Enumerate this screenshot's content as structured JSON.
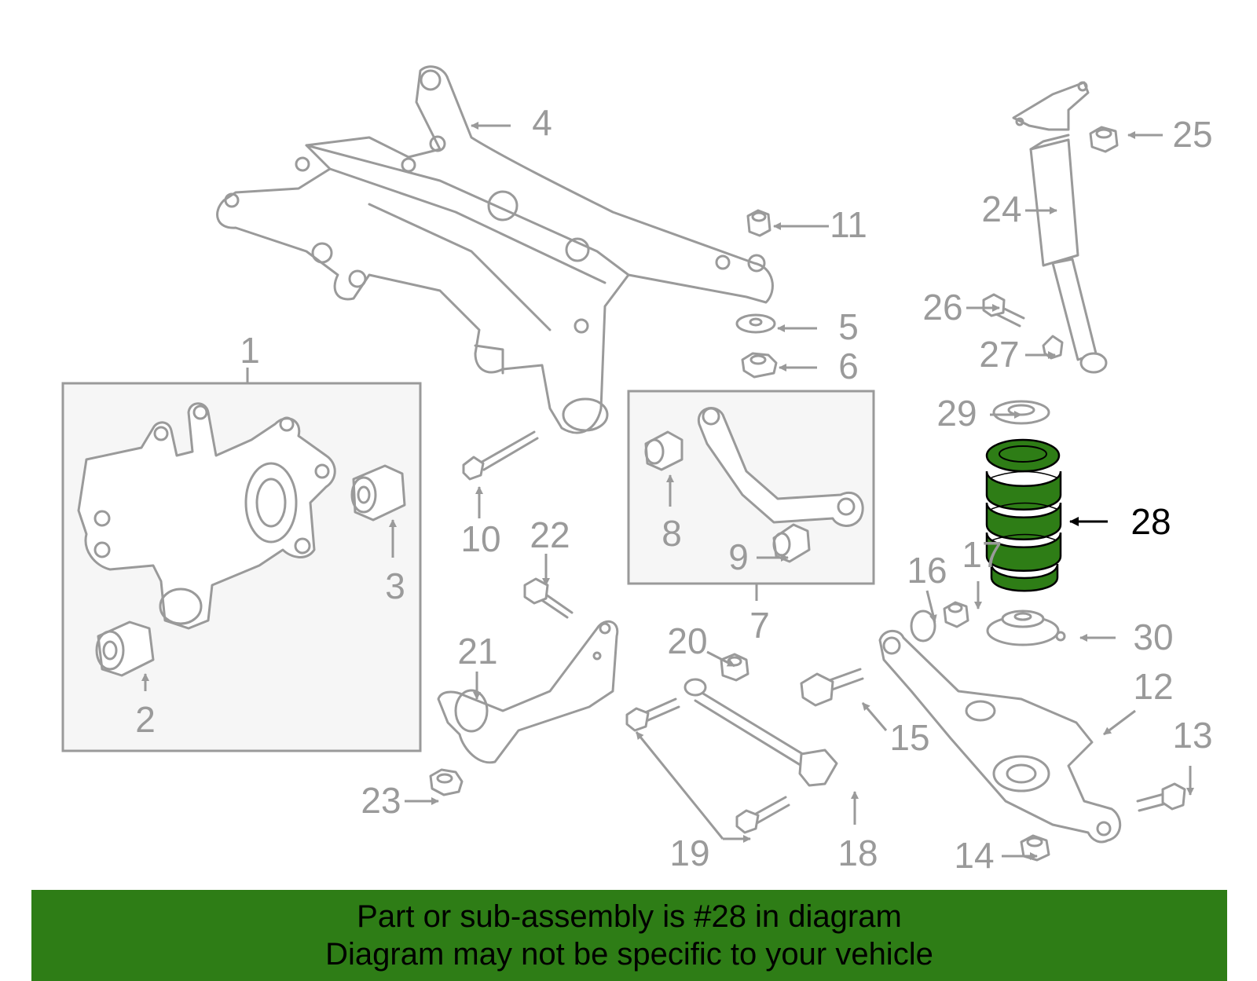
{
  "highlighted_part": "28",
  "callouts": [
    "1",
    "2",
    "3",
    "4",
    "5",
    "6",
    "7",
    "8",
    "9",
    "10",
    "11",
    "12",
    "13",
    "14",
    "15",
    "16",
    "17",
    "18",
    "19",
    "20",
    "21",
    "22",
    "23",
    "24",
    "25",
    "26",
    "27",
    "28",
    "29",
    "30"
  ],
  "colors": {
    "highlight": "#2e7d16",
    "line": "#9a9a9a",
    "banner": "#2e7d16"
  },
  "banner": {
    "line1": "Part or sub-assembly is #28 in diagram",
    "line2": "Diagram may not be specific to your vehicle"
  }
}
